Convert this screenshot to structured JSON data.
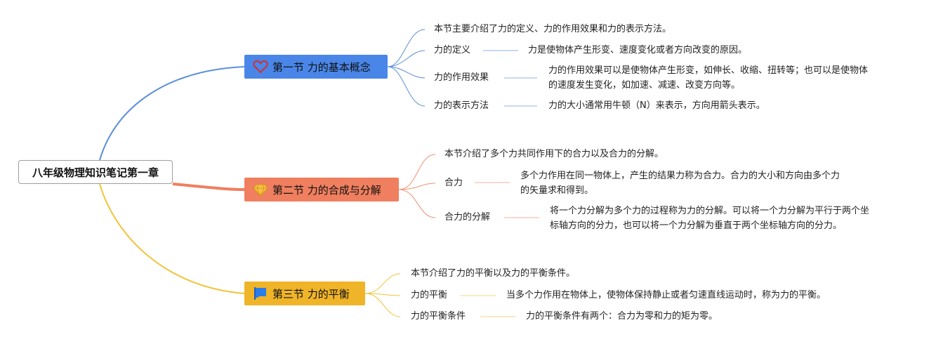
{
  "root": {
    "label": "八年级物理知识笔记第一章"
  },
  "colors": {
    "blue": "#4a86e8",
    "orange": "#ef7f5f",
    "yellow": "#f0b429",
    "line_blue": "#5b8fd9",
    "line_orange": "#f09070",
    "line_yellow": "#f2c23a"
  },
  "sections": [
    {
      "title": "第一节 力的基本概念",
      "icon": "heart-icon",
      "summary": "本节主要介绍了力的定义、力的作用效果和力的表示方法。",
      "items": [
        {
          "term": "力的定义",
          "desc": "力是使物体产生形变、速度变化或者方向改变的原因。"
        },
        {
          "term": "力的作用效果",
          "desc_line1": "力的作用效果可以是使物体产生形变，如伸长、收缩、扭转等；也可以是使物体",
          "desc_line2": "的速度发生变化，如加速、减速、改变方向等。"
        },
        {
          "term": "力的表示方法",
          "desc": "力的大小通常用牛顿（N）来表示，方向用箭头表示。"
        }
      ]
    },
    {
      "title": "第二节 力的合成与分解",
      "icon": "diamond-icon",
      "summary": "本节介绍了多个力共同作用下的合力以及合力的分解。",
      "items": [
        {
          "term": "合力",
          "desc_line1": "多个力作用在同一物体上，产生的结果力称为合力。合力的大小和方向由多个力",
          "desc_line2": "的矢量求和得到。"
        },
        {
          "term": "合力的分解",
          "desc_line1": "将一个力分解为多个力的过程称为力的分解。可以将一个力分解为平行于两个坐",
          "desc_line2": "标轴方向的分力，也可以将一个力分解为垂直于两个坐标轴方向的分力。"
        }
      ]
    },
    {
      "title": "第三节 力的平衡",
      "icon": "flag-icon",
      "summary": "本节介绍了力的平衡以及力的平衡条件。",
      "items": [
        {
          "term": "力的平衡",
          "desc": "当多个力作用在物体上，使物体保持静止或者匀速直线运动时，称为力的平衡。"
        },
        {
          "term": "力的平衡条件",
          "desc": "力的平衡条件有两个：合力为零和力的矩为零。"
        }
      ]
    }
  ]
}
